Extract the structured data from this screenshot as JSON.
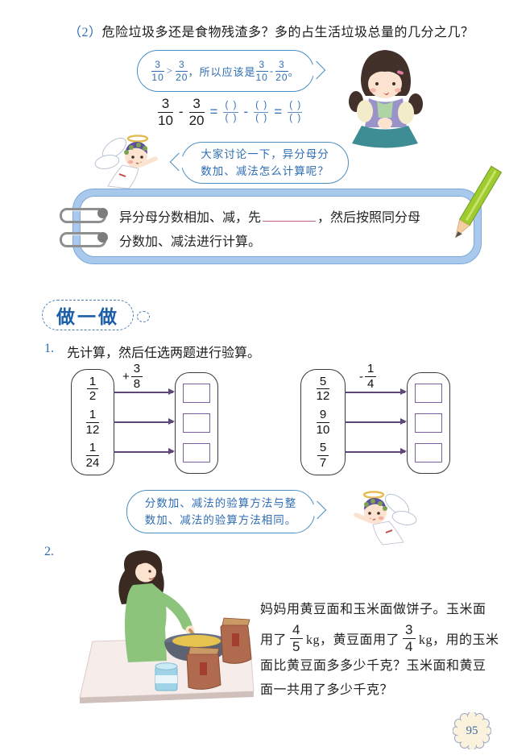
{
  "colors": {
    "accent_blue": "#2f6db4",
    "bubble_border": "#4a8fc0",
    "notebook_fill": "#a9c9ec",
    "arrow_purple": "#5d4777",
    "blank_line_pink": "#c06080",
    "badge_fill": "#fbf2dd",
    "pencil_green": "#9ecb2d"
  },
  "header": {
    "question_number": "（2）",
    "question_text": "危险垃圾多还是食物残渣多？多的占生活垃圾总量的几分之几？"
  },
  "girl_bubble": {
    "frac1_num": "3",
    "frac1_den": "10",
    "compare": ">",
    "frac2_num": "3",
    "frac2_den": "20",
    "middle_text": "，所以应该是",
    "frac3_num": "3",
    "frac3_den": "10",
    "minus": "-",
    "frac4_num": "3",
    "frac4_den": "20",
    "period": "。"
  },
  "equation": {
    "frac1_num": "3",
    "frac1_den": "10",
    "minus1": "-",
    "frac2_num": "3",
    "frac2_den": "20",
    "equals1": "=",
    "blank_paren": "(  )",
    "minus2": "-",
    "equals2": "="
  },
  "discussion_bubble": {
    "line1": "大家讨论一下，异分母分",
    "line2": "数加、减法怎么计算呢？"
  },
  "notebook": {
    "line1_before_blank": "异分母分数相加、减，先",
    "line1_after_blank": "，然后按照同分母",
    "line2": "分数加、减法进行计算。"
  },
  "section": {
    "title": "做一做"
  },
  "problem1": {
    "number": "1.",
    "instruction": "先计算，然后任选两题进行验算。",
    "left": {
      "operator": "+",
      "op_frac_num": "3",
      "op_frac_den": "8",
      "fractions": [
        {
          "num": "1",
          "den": "2"
        },
        {
          "num": "1",
          "den": "12"
        },
        {
          "num": "1",
          "den": "24"
        }
      ]
    },
    "right": {
      "operator": "-",
      "op_frac_num": "1",
      "op_frac_den": "4",
      "fractions": [
        {
          "num": "5",
          "den": "12"
        },
        {
          "num": "9",
          "den": "10"
        },
        {
          "num": "5",
          "den": "7"
        }
      ]
    }
  },
  "check_bubble": {
    "line1": "分数加、减法的验算方法与整",
    "line2": "数加、减法的验算方法相同。"
  },
  "problem2": {
    "number": "2.",
    "line1": "妈妈用黄豆面和玉米面做饼子。玉米面",
    "line2_start": "用了",
    "frac1_num": "4",
    "frac1_den": "5",
    "line2_mid": "kg，黄豆面用了",
    "frac2_num": "3",
    "frac2_den": "4",
    "line2_end": "kg，用的玉米",
    "line3": "面比黄豆面多多少千克？玉米面和黄豆",
    "line4": "面一共用了多少千克？"
  },
  "footer": {
    "page_number": "95"
  }
}
